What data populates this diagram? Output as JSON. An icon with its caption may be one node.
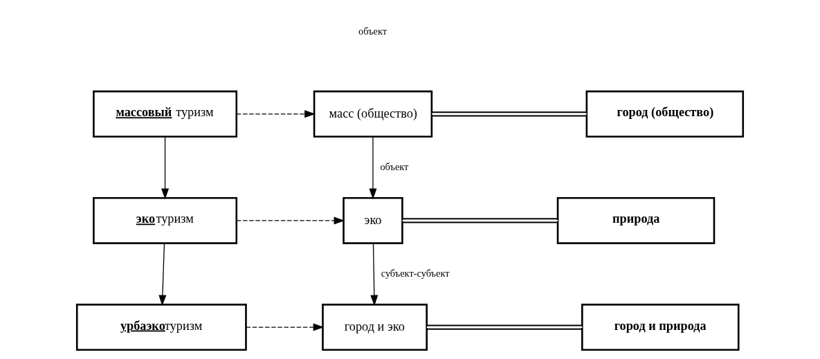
{
  "diagram": {
    "nodes": [
      {
        "text": [
          "**массовый** туризм"
        ]
      },
      {
        "text": [
          "масс (общество)"
        ]
      },
      {
        "text": [
          "город (общество)"
        ]
      },
      {
        "text": [
          "**эко**туризм"
        ]
      },
      {
        "text": [
          "эко"
        ]
      },
      {
        "text": [
          "природа"
        ]
      },
      {
        "text": [
          "**урбаэко**туризм"
        ]
      },
      {
        "text": [
          "город и эко"
        ]
      },
      {
        "text": [
          "город и природа"
        ]
      }
    ],
    "edges": [
      {
        "from": 0,
        "to": 1,
        "arrow": "to",
        "style": "dashed"
      },
      {
        "from": 1,
        "to": 2,
        "arrow": "none"
      },
      {
        "from": 0,
        "to": 3,
        "arrow": "to"
      },
      {
        "from": 1,
        "to": 4,
        "arrow": "to",
        "label": "объект"
      },
      {
        "from": 3,
        "to": 4,
        "arrow": "to",
        "style": "dashed"
      },
      {
        "from": 4,
        "to": 5,
        "arrow": "none"
      },
      {
        "from": 3,
        "to": 6,
        "arrow": "to"
      },
      {
        "from": 4,
        "to": 7,
        "arrow": "to",
        "label": "субъект-субъект"
      },
      {
        "from": 6,
        "to": 7,
        "arrow": "to",
        "style": "dashed"
      },
      {
        "from": 7,
        "to": 8,
        "arrow": "none"
      }
    ],
    "labels": [
      "объект"
    ]
  }
}
